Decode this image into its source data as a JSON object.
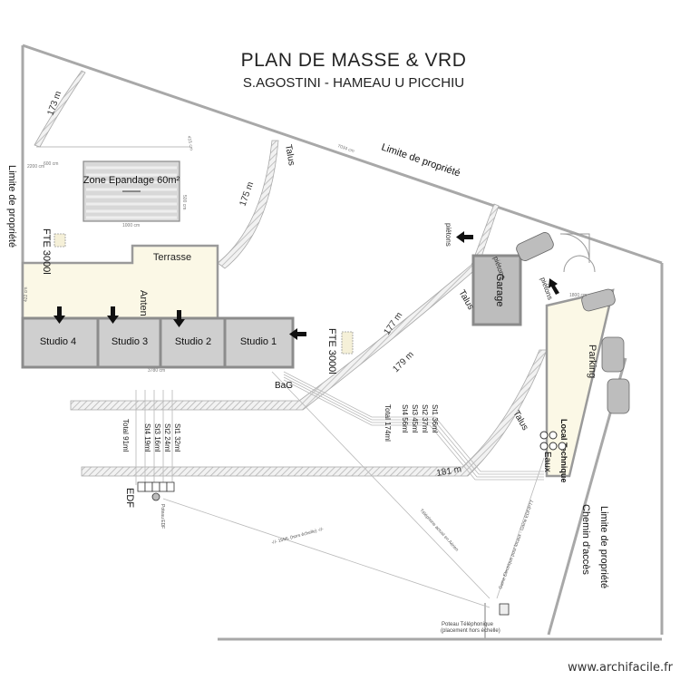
{
  "header": {
    "title": "PLAN DE MASSE & VRD",
    "subtitle": "S.AGOSTINI - HAMEAU U PICCHIU"
  },
  "watermark": "www.archifacile.fr",
  "labels": {
    "limite_left": "Limite de propriété",
    "limite_top": "Limite de propriété",
    "limite_right": "Limite de propriété",
    "chemin": "Chemin d'accès",
    "zone_epandage": "Zone Epandage 60m²",
    "fte_left": "FTE 3000l",
    "fte_mid": "FTE 3000l",
    "terrasse": "Terrasse",
    "antenne": "Antenne",
    "studio4": "Studio 4",
    "studio3": "Studio 3",
    "studio2": "Studio 2",
    "studio1": "Studio 1",
    "bag": "BaG",
    "garage": "Garage",
    "parking": "Parking",
    "local_technique": "Local Technique",
    "eaux": "Eaux",
    "edf": "EDF",
    "poteau_edf": "Poteau EDF",
    "pietons1": "piétons",
    "pietons2": "piétons",
    "pietons3": "piétons",
    "talus1": "Talus",
    "talus2": "Talus",
    "talus3": "Talus",
    "dim_173": "173 m",
    "dim_175": "175 m",
    "dim_177": "177 m",
    "dim_179": "179 m",
    "dim_181": "181 m",
    "telephone_aerien": "Téléphone actuel en Aérien",
    "echelle_note": "-//- 15ML (hors échelle) -//-",
    "poteau_tel_line1": "Poteau Téléphonique",
    "poteau_tel_line2": "(placement hors échelle)",
    "gaine_note": "Gaine Electrique pour locaux - Gaine EDF/PTT",
    "dim_600cm": "600 cm",
    "dim_2200cm": "2200 cm",
    "dim_1000cm": "1000 cm",
    "dim_1800cm": "1800 cm",
    "dim_7034cm": "7034 cm",
    "dim_3780cm": "3780 cm",
    "dim_422cm": "422 cm",
    "dim_500cm": "500 cm",
    "dim_415cm": "415 cm"
  },
  "cable_table_left": {
    "st1": "St1 32ml",
    "st2": "St2 24ml",
    "st3": "St3 16ml",
    "st4": "St4 19ml",
    "total": "Total 91ml"
  },
  "cable_table_right": {
    "st1": "St1 36ml",
    "st2": "St2 37ml",
    "st3": "St3 45ml",
    "st4": "St4 56ml",
    "total": "Total 174ml"
  },
  "colors": {
    "building_fill": "#cfcfcf",
    "building_stroke": "#8c8c8c",
    "terrace_fill": "#fbf8e6",
    "talus_hatch": "#bdbdbd",
    "line": "#9a9a9a",
    "arrow": "#111111"
  }
}
